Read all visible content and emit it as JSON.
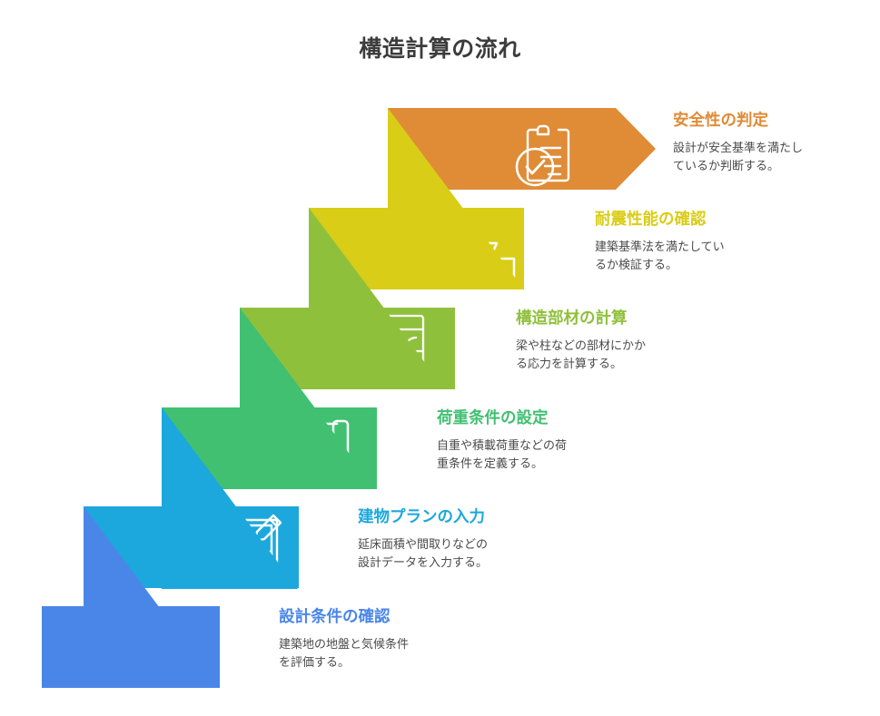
{
  "title": "構造計算の流れ",
  "colors": {
    "step1": "#4a86e8",
    "step2": "#1ca8dc",
    "step3": "#41c072",
    "step4": "#8fc03c",
    "step5": "#d9cd17",
    "step6": "#e08b36",
    "title_color": "#3c3c3c",
    "description_color": "#4a4a4a",
    "background": "#ffffff"
  },
  "steps": [
    {
      "index": 1,
      "heading": "設計条件の確認",
      "description": "建築地の地盤と気候条件\nを評価する。",
      "description_line1": "建築地の地盤と気候条件",
      "description_line2": "を評価する。",
      "color": "#4a86e8",
      "icon": "engineer-magnifier-icon"
    },
    {
      "index": 2,
      "heading": "建物プランの入力",
      "description": "延床面積や間取りなどの\n設計データを入力する。",
      "description_line1": "延床面積や間取りなどの",
      "description_line2": "設計データを入力する。",
      "color": "#1ca8dc",
      "icon": "blueprint-pencil-icon"
    },
    {
      "index": 3,
      "heading": "荷重条件の設定",
      "description": "自重や積載荷重などの荷\n重条件を定義する。",
      "description_line1": "自重や積載荷重などの荷",
      "description_line2": "重条件を定義する。",
      "color": "#41c072",
      "icon": "engineer-document-icon"
    },
    {
      "index": 4,
      "heading": "構造部材の計算",
      "description": "梁や柱などの部材にかか\nる応力を計算する。",
      "description_line1": "梁や柱などの部材にかか",
      "description_line2": "る応力を計算する。",
      "color": "#8fc03c",
      "icon": "chart-window-icon"
    },
    {
      "index": 5,
      "heading": "耐震性能の確認",
      "description": "建築基準法を満たしてい\nるか検証する。",
      "description_line1": "建築基準法を満たしてい",
      "description_line2": "るか検証する。",
      "color": "#d9cd17",
      "icon": "house-earthquake-icon"
    },
    {
      "index": 6,
      "heading": "安全性の判定",
      "description": "設計が安全基準を満たし\nているか判断する。",
      "description_line1": "設計が安全基準を満たし",
      "description_line2": "ているか判断する。",
      "color": "#e08b36",
      "icon": "clipboard-check-icon"
    }
  ]
}
